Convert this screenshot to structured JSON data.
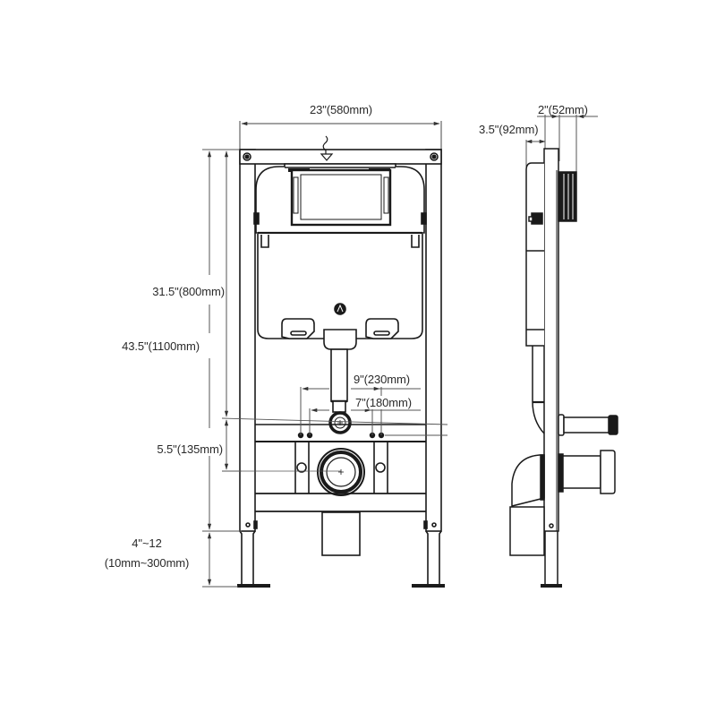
{
  "diagram": {
    "title": "Wall-hung toilet carrier frame — dimensional drawing",
    "views": [
      {
        "name": "front-view",
        "description": "Front elevation of in-wall concealed cistern carrier frame"
      },
      {
        "name": "side-view",
        "description": "Side elevation showing depth of frame and drain connections"
      }
    ],
    "colors": {
      "line": "#1a1a1a",
      "dim_line": "#555555",
      "background": "#ffffff"
    },
    "dimensions": {
      "overall_width": "23\"(580mm)",
      "frame_depth": "3.5\"(92mm)",
      "flush_plate_depth": "2\"(52mm)",
      "cistern_height": "31.5\"(800mm)",
      "overall_height": "43.5\"(1100mm)",
      "bolt_spacing_outer": "9\"(230mm)",
      "bolt_spacing_inner": "7\"(180mm)",
      "bolt_to_outlet": "5.5\"(135mm)",
      "leg_adjust_line1": "4\"~12",
      "leg_adjust_line2": "(10mm~300mm)"
    },
    "components": [
      "frame-top-rail",
      "flush-valve-opening",
      "concealed-cistern",
      "flush-pipe",
      "mounting-bolt-holes",
      "drain-outlet",
      "bottom-crossbar",
      "waste-elbow",
      "adjustable-legs",
      "foot-plates"
    ]
  }
}
